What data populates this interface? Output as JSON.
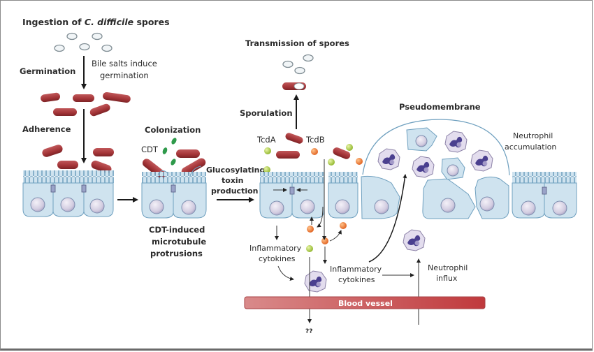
{
  "figure": {
    "topic": "C. difficile infection pathogenesis",
    "colors": {
      "epithelium": "#cfe3ef",
      "epithelium_outline": "#6fa0bf",
      "bacterium": "#a83a3c",
      "spore": "#f1f5f7",
      "tcda_toxin": "#a8c83a",
      "tcdb_toxin": "#e8742a",
      "cdt_toxin": "#2f9a4b",
      "neutrophil": "#e3ddee",
      "neutrophil_nucleus": "#4a3f8f",
      "blood_vessel": "#c9575a",
      "border": "#8a8a8a"
    }
  },
  "labels": {
    "ingestion_prefix": "Ingestion of ",
    "ingestion_species": "C. difficile",
    "ingestion_suffix": " spores",
    "germination": "Germination",
    "bile_salts_line1": "Bile salts induce",
    "bile_salts_line2": "germination",
    "adherence": "Adherence",
    "colonization": "Colonization",
    "cdt": "CDT",
    "cdt_induced_line1": "CDT-induced",
    "cdt_induced_line2": "microtubule",
    "cdt_induced_line3": "protrusions",
    "glucosylating_line1": "Glucosylating",
    "glucosylating_line2": "toxin",
    "glucosylating_line3": "production",
    "transmission": "Transmission of spores",
    "sporulation": "Sporulation",
    "tcda": "TcdA",
    "tcdb": "TcdB",
    "pseudomembrane": "Pseudomembrane",
    "neutrophil_accum_line1": "Neutrophil",
    "neutrophil_accum_line2": "accumulation",
    "inflam_left_line1": "Inflammatory",
    "inflam_left_line2": "cytokines",
    "inflam_mid_line1": "Inflammatory",
    "inflam_mid_line2": "cytokines",
    "neutrophil_influx_line1": "Neutrophil",
    "neutrophil_influx_line2": "influx",
    "blood_vessel": "Blood vessel",
    "unknown": "??"
  }
}
